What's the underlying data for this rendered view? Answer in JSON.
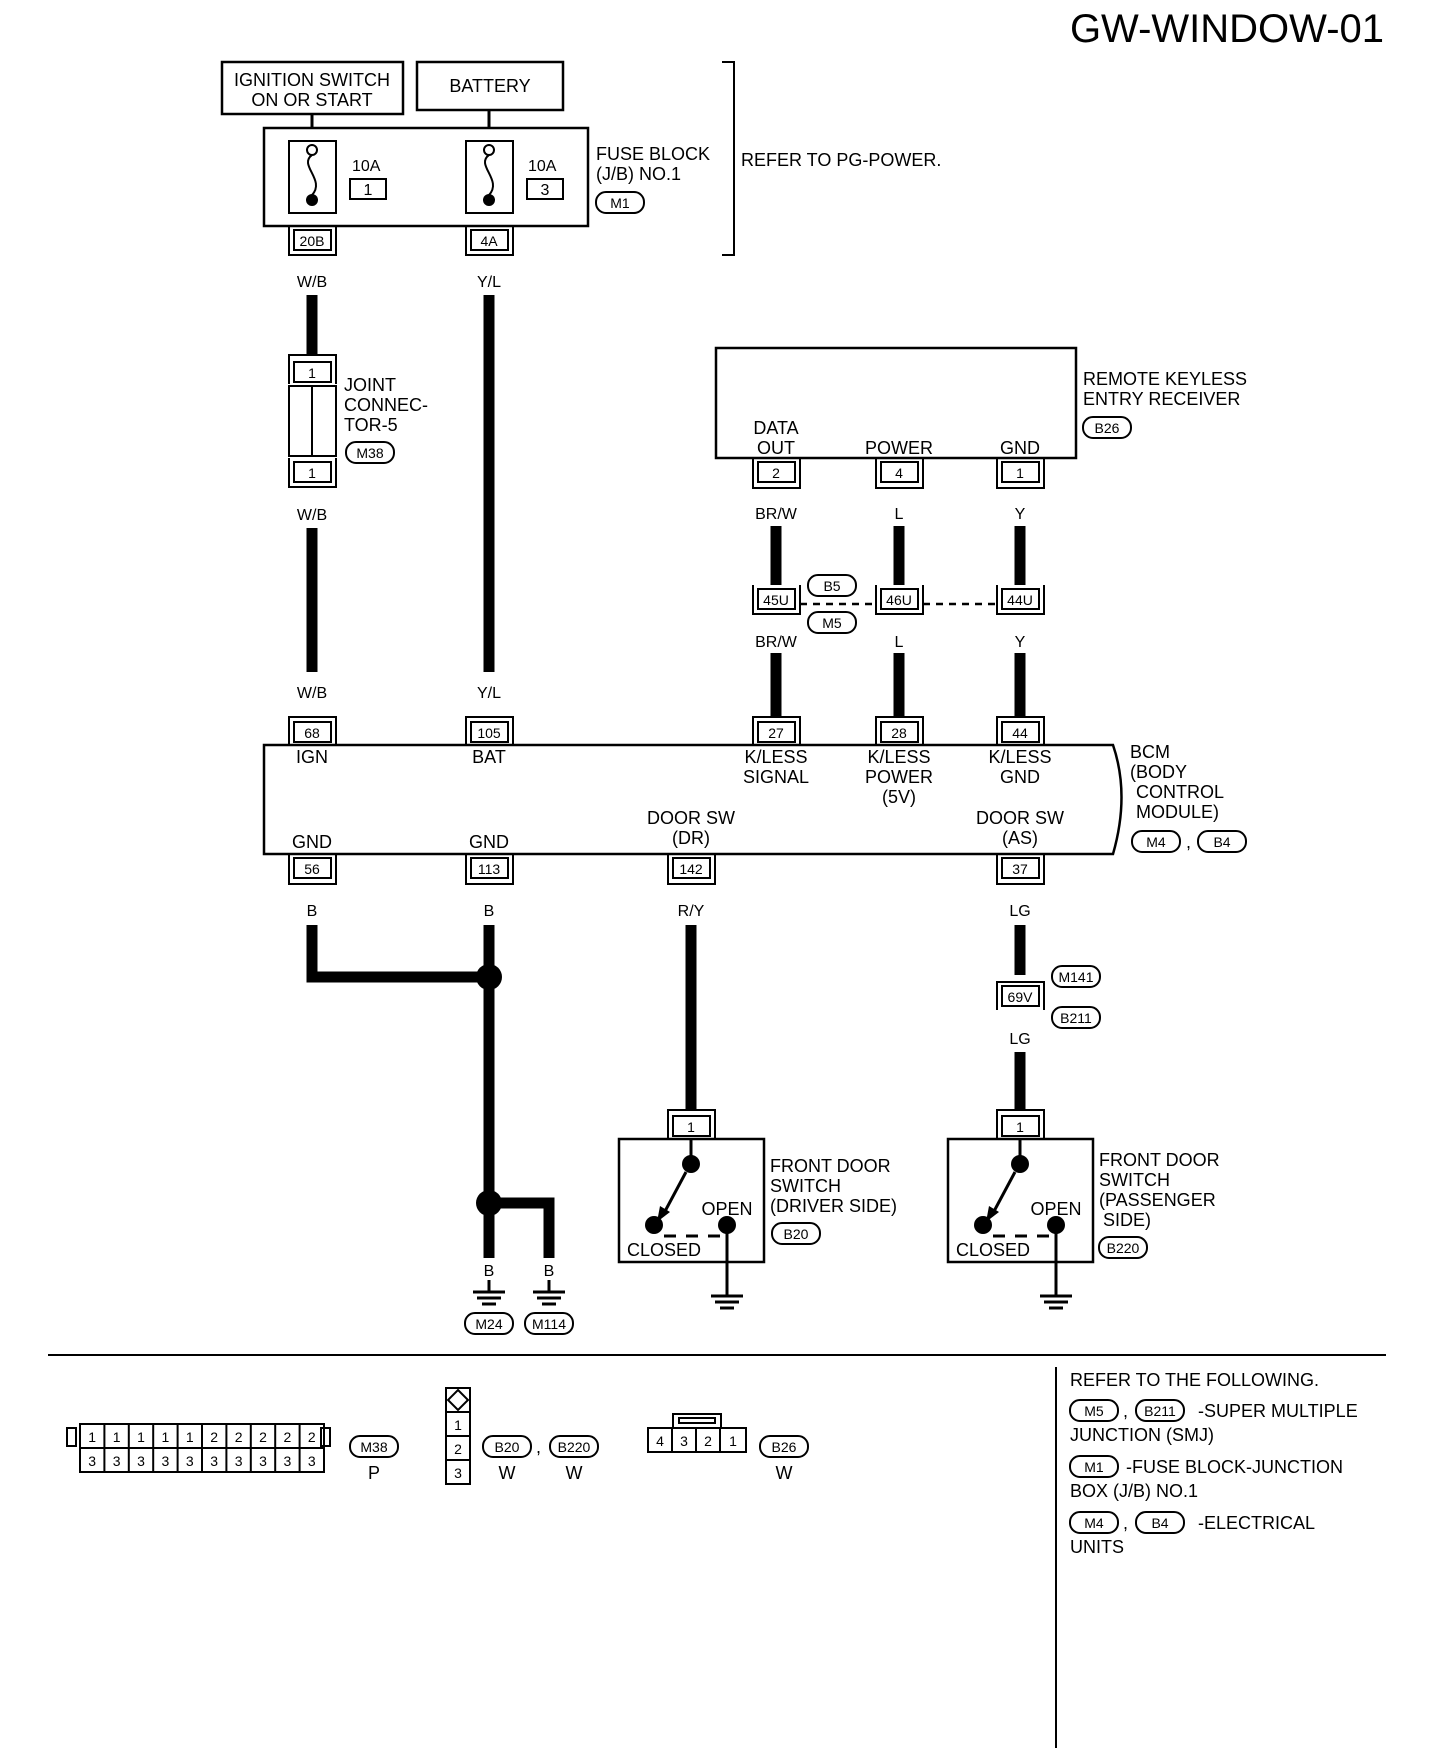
{
  "title": "GW-WINDOW-01",
  "power": {
    "ignition": [
      "IGNITION SWITCH",
      "ON OR START"
    ],
    "battery": "BATTERY",
    "fuse1": {
      "amp": "10A",
      "num": "1"
    },
    "fuse2": {
      "amp": "10A",
      "num": "3"
    },
    "fuse_block": [
      "FUSE BLOCK",
      "(J/B) NO.1"
    ],
    "fuse_block_conn": "M1",
    "refer": "REFER TO PG-POWER.",
    "pin_20b": "20B",
    "pin_4a": "4A"
  },
  "joint": {
    "label": [
      "JOINT",
      "CONNEC-",
      "TOR-5"
    ],
    "conn": "M38",
    "pin_top": "1",
    "pin_bottom": "1"
  },
  "rke": {
    "label": [
      "REMOTE KEYLESS",
      "ENTRY RECEIVER"
    ],
    "conn": "B26",
    "pins": [
      {
        "label": [
          "DATA",
          "OUT"
        ],
        "pin": "2"
      },
      {
        "label": [
          "POWER"
        ],
        "pin": "4"
      },
      {
        "label": [
          "GND"
        ],
        "pin": "1"
      }
    ]
  },
  "junction": {
    "pins": [
      "45U",
      "46U",
      "44U"
    ],
    "conn_top": "B5",
    "conn_bottom": "M5"
  },
  "wires": {
    "wb": "W/B",
    "yl": "Y/L",
    "brw": "BR/W",
    "l": "L",
    "y": "Y",
    "b": "B",
    "ry": "R/Y",
    "lg": "LG"
  },
  "bcm": {
    "label": [
      "BCM",
      "(BODY",
      "CONTROL",
      "MODULE)"
    ],
    "conn1": "M4",
    "conn2": "B4",
    "sep": ",",
    "top_pins": [
      {
        "pin": "68",
        "label": [
          "IGN"
        ]
      },
      {
        "pin": "105",
        "label": [
          "BAT"
        ]
      },
      {
        "pin": "27",
        "label": [
          "K/LESS",
          "SIGNAL"
        ]
      },
      {
        "pin": "28",
        "label": [
          "K/LESS",
          "POWER",
          "(5V)"
        ]
      },
      {
        "pin": "44",
        "label": [
          "K/LESS",
          "GND"
        ]
      }
    ],
    "bottom_pins": [
      {
        "pin": "56",
        "label": [
          "GND"
        ]
      },
      {
        "pin": "113",
        "label": [
          "GND"
        ]
      },
      {
        "pin": "142",
        "label": [
          "DOOR SW",
          "(DR)"
        ]
      },
      {
        "pin": "37",
        "label": [
          "DOOR SW",
          "(AS)"
        ]
      }
    ]
  },
  "passenger_junction": {
    "pin": "69V",
    "conn_top": "M141",
    "conn_bottom": "B211"
  },
  "grounds": [
    "M24",
    "M114"
  ],
  "driver_switch": {
    "pin": "1",
    "label": [
      "FRONT DOOR",
      "SWITCH",
      "(DRIVER SIDE)"
    ],
    "conn": "B20",
    "open": "OPEN",
    "closed": "CLOSED"
  },
  "passenger_switch": {
    "pin": "1",
    "label": [
      "FRONT DOOR",
      "SWITCH",
      "(PASSENGER",
      "SIDE)"
    ],
    "conn": "B220",
    "open": "OPEN",
    "closed": "CLOSED"
  },
  "connector_views": {
    "m38": {
      "row1": [
        "1",
        "1",
        "1",
        "1",
        "1",
        "2",
        "2",
        "2",
        "2",
        "2"
      ],
      "row2": [
        "3",
        "3",
        "3",
        "3",
        "3",
        "3",
        "3",
        "3",
        "3",
        "3"
      ],
      "conn": "M38",
      "color": "P"
    },
    "b20": {
      "pins": [
        "1",
        "2",
        "3"
      ],
      "conn1": "B20",
      "conn2": "B220",
      "sep": ",",
      "color1": "W",
      "color2": "W"
    },
    "b26": {
      "pins": [
        "4",
        "3",
        "2",
        "1"
      ],
      "conn": "B26",
      "color": "W"
    }
  },
  "refer_list": {
    "heading": "REFER TO THE FOLLOWING.",
    "items": [
      {
        "conns": [
          "M5",
          "B211"
        ],
        "sep": ",",
        "text": [
          "-SUPER MULTIPLE",
          "JUNCTION (SMJ)"
        ]
      },
      {
        "conns": [
          "M1"
        ],
        "sep": "",
        "text": [
          "-FUSE BLOCK-JUNCTION",
          "BOX (J/B) NO.1"
        ]
      },
      {
        "conns": [
          "M4",
          "B4"
        ],
        "sep": ",",
        "text": [
          "-ELECTRICAL",
          "UNITS"
        ]
      }
    ]
  }
}
